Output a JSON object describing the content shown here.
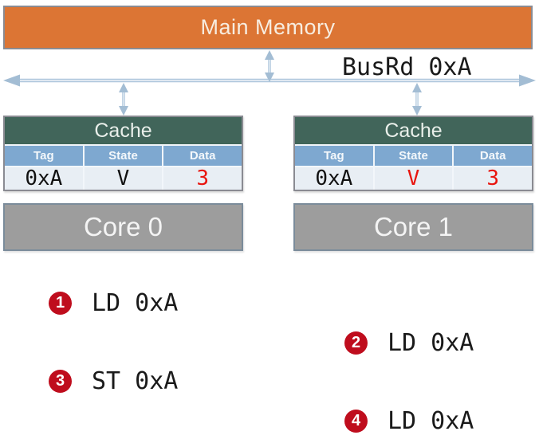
{
  "memory": {
    "label": "Main Memory"
  },
  "bus": {
    "label": "BusRd 0xA"
  },
  "caches": [
    {
      "title": "Cache",
      "columns": [
        "Tag",
        "State",
        "Data"
      ],
      "row": {
        "tag": "0xA",
        "state": "V",
        "data": "3"
      },
      "state_highlighted": false,
      "data_highlighted": true
    },
    {
      "title": "Cache",
      "columns": [
        "Tag",
        "State",
        "Data"
      ],
      "row": {
        "tag": "0xA",
        "state": "V",
        "data": "3"
      },
      "state_highlighted": true,
      "data_highlighted": true
    }
  ],
  "cores": [
    {
      "label": "Core 0"
    },
    {
      "label": "Core 1"
    }
  ],
  "operations": [
    {
      "num": "1",
      "text": "LD 0xA"
    },
    {
      "num": "2",
      "text": "LD 0xA"
    },
    {
      "num": "3",
      "text": "ST 0xA"
    },
    {
      "num": "4",
      "text": "LD 0xA"
    }
  ],
  "colors": {
    "memory_fill": "#DC7534",
    "memory_border": "#8A8B92",
    "cache_header_green": "#41655A",
    "column_header_blue": "#7EA8D0",
    "data_row_bg": "#E8EEF4",
    "core_fill": "#9D9D9D",
    "core_border": "#7B8C9B",
    "arrow_blue": "#AEC6DC",
    "badge_red": "#BF0D1D",
    "highlight_red": "#E8150F"
  }
}
